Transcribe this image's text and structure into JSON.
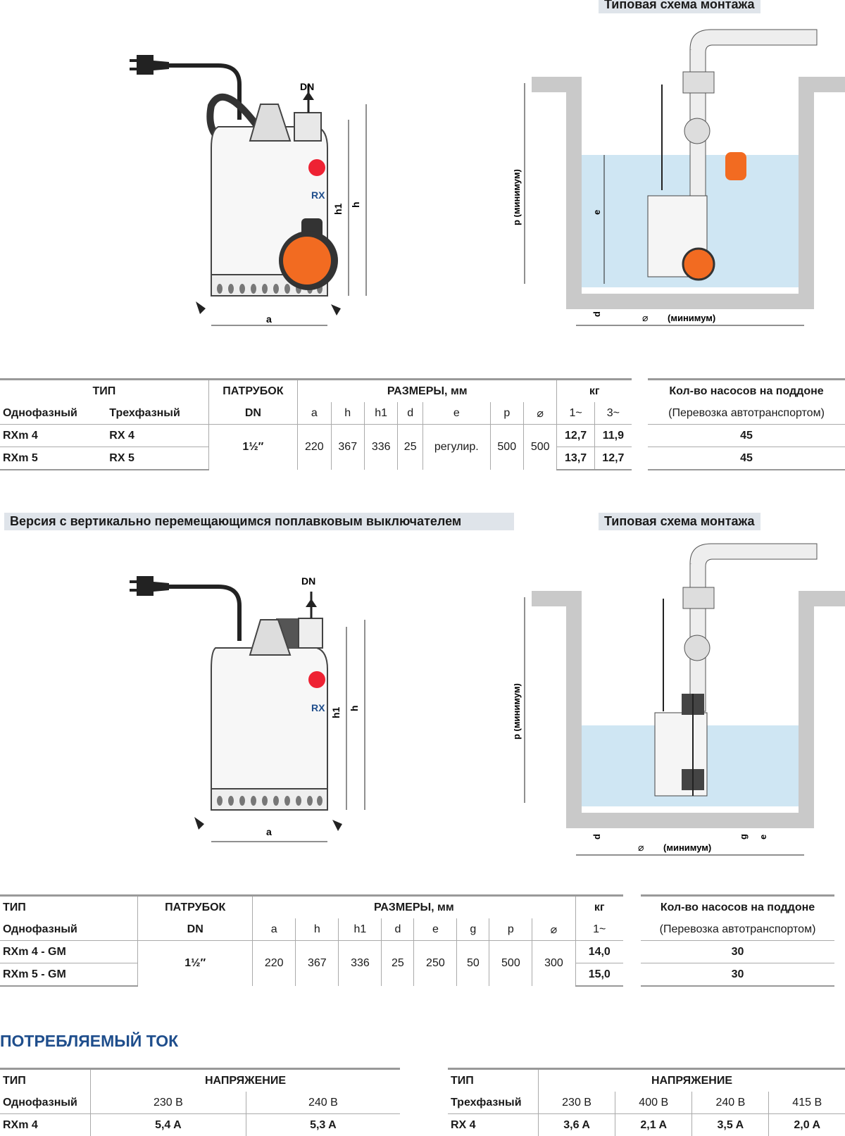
{
  "top": {
    "caption": "Типовая схема монтажа",
    "pump_labels": {
      "dn": "DN",
      "h": "h",
      "h1": "h1",
      "a": "a",
      "logo": "RX"
    },
    "scheme_labels": {
      "p": "p (минимум)",
      "e": "e",
      "d": "d",
      "min": "(минимум)",
      "sym": "⌀"
    }
  },
  "table1": {
    "h_type": "ТИП",
    "h_patr": "ПАТРУБОК",
    "h_dims": "РАЗМЕРЫ, мм",
    "h_kg": "кг",
    "h_single": "Однофазный",
    "h_three": "Трехфазный",
    "h_dn": "DN",
    "cols": [
      "a",
      "h",
      "h1",
      "d",
      "e",
      "p",
      "⌀"
    ],
    "kg_cols": [
      "1~",
      "3~"
    ],
    "dn": "1½″",
    "dims": [
      "220",
      "367",
      "336",
      "25",
      "регулир.",
      "500",
      "500"
    ],
    "rows": [
      {
        "single": "RXm 4",
        "three": "RX 4",
        "kg1": "12,7",
        "kg3": "11,9"
      },
      {
        "single": "RXm 5",
        "three": "RX 5",
        "kg1": "13,7",
        "kg3": "12,7"
      }
    ],
    "pallet_h1": "Кол-во насосов на поддоне",
    "pallet_h2": "(Перевозка автотранспортом)",
    "pallet": [
      "45",
      "45"
    ]
  },
  "section2": {
    "title": "Версия с вертикально перемещающимся поплавковым выключателем",
    "caption": "Типовая схема монтажа",
    "pump_labels": {
      "dn": "DN",
      "h": "h",
      "h1": "h1",
      "a": "a",
      "logo": "RX"
    },
    "scheme_labels": {
      "p": "p (минимум)",
      "d": "d",
      "g": "g",
      "e": "e",
      "min": "(минимум)",
      "sym": "⌀"
    }
  },
  "table2": {
    "h_type": "ТИП",
    "h_patr": "ПАТРУБОК",
    "h_dims": "РАЗМЕРЫ, мм",
    "h_kg": "кг",
    "h_single": "Однофазный",
    "h_dn": "DN",
    "cols": [
      "a",
      "h",
      "h1",
      "d",
      "e",
      "g",
      "p",
      "⌀"
    ],
    "kg_col": "1~",
    "dn": "1½″",
    "dims": [
      "220",
      "367",
      "336",
      "25",
      "250",
      "50",
      "500",
      "300"
    ],
    "rows": [
      {
        "single": "RXm 4 - GM",
        "kg1": "14,0"
      },
      {
        "single": "RXm 5 - GM",
        "kg1": "15,0"
      }
    ],
    "pallet_h1": "Кол-во насосов на поддоне",
    "pallet_h2": "(Перевозка автотранспортом)",
    "pallet": [
      "30",
      "30"
    ]
  },
  "current": {
    "title": "ПОТРЕБЛЯЕМЫЙ ТОК",
    "left": {
      "h_type": "ТИП",
      "h_volt": "НАПРЯЖЕНИЕ",
      "h_kind": "Однофазный",
      "volts": [
        "230 В",
        "240 В"
      ],
      "row": {
        "type": "RXm 4",
        "vals": [
          "5,4 A",
          "5,3 A"
        ]
      }
    },
    "right": {
      "h_type": "ТИП",
      "h_volt": "НАПРЯЖЕНИЕ",
      "h_kind": "Трехфазный",
      "volts": [
        "230 В",
        "400 В",
        "240 В",
        "415 В"
      ],
      "row": {
        "type": "RX 4",
        "vals": [
          "3,6 A",
          "2,1 A",
          "3,5 A",
          "2,0 A"
        ]
      }
    }
  },
  "colors": {
    "water": "#cfe6f3",
    "float": "#f26b21",
    "wall": "#c9c9c9",
    "accent": "#1f4e8c"
  }
}
